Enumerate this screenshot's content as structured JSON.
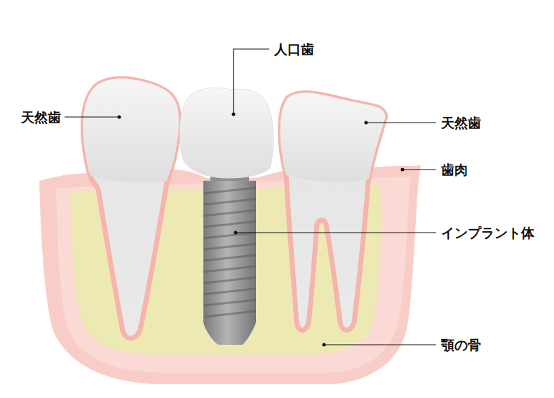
{
  "diagram": {
    "labels": [
      "人口歯",
      "天然歯",
      "天然歯",
      "歯肉",
      "インプラント体",
      "顎の骨"
    ]
  }
}
